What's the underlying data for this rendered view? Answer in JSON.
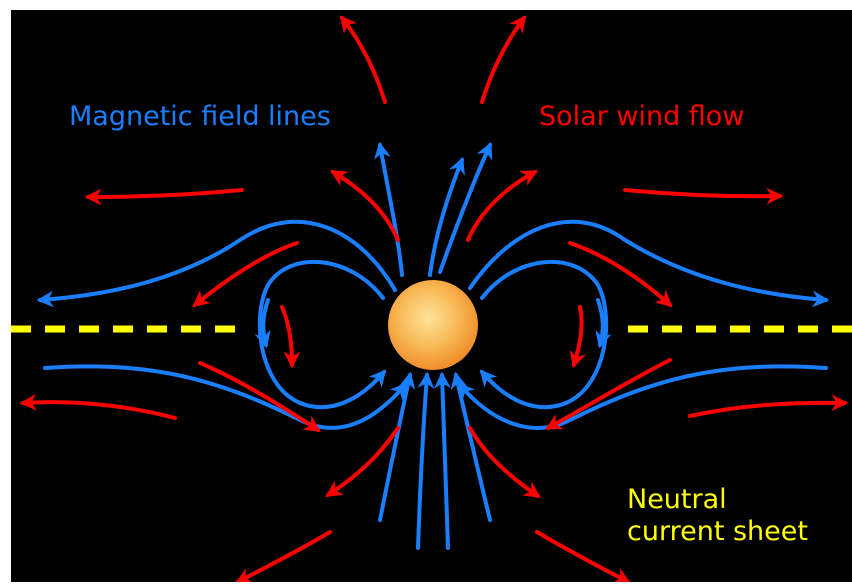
{
  "labels": {
    "magnetic_field": "Magnetic field lines",
    "solar_wind": "Solar wind flow",
    "neutral_sheet_line1": "Neutral",
    "neutral_sheet_line2": "current sheet"
  },
  "colors": {
    "background": "#000000",
    "frame": "#ffffff",
    "field_lines": "#1a7fff",
    "solar_wind": "#ff0000",
    "current_sheet": "#ffff00",
    "sun_center": "#ffe39a",
    "sun_edge": "#f08a24"
  },
  "icons": {
    "sun": "sun-icon"
  }
}
